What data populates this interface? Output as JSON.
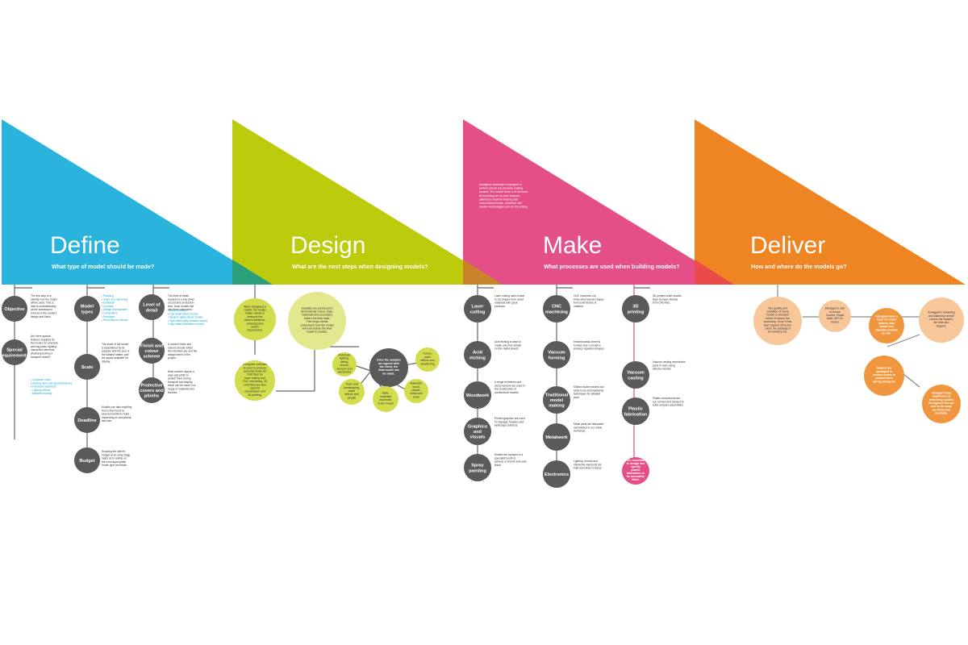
{
  "colors": {
    "define": "#2ab4dd",
    "design": "#bccb0b",
    "make": "#e34f86",
    "deliver": "#ef8422",
    "node": "#5a5a5a",
    "design_bubble_light": "#e2e88e",
    "design_bubble_mid": "#d3dc4c",
    "deliver_light": "#f7c79a",
    "deliver_mid": "#f0963e"
  },
  "phases": [
    {
      "title": "Define",
      "question": "What type of model should be made?"
    },
    {
      "title": "Design",
      "question": "What are the next steps when designing models?"
    },
    {
      "title": "Make",
      "question": "What processes are used when building models?"
    },
    {
      "title": "Deliver",
      "question": "How and where do the models go?"
    }
  ],
  "make_intro": "Amalgam's workshop is equipped to perform almost any precision making process. The human touch is at the heart of everything we do, from bespoke painting to machine finishing and hand-crafted models, combined with modern technologies such as 3D printing.",
  "define": {
    "nodes": [
      {
        "label": "Objective",
        "note": "The first step is to identify how the model will be used. This is vital to understanding all the subsequent choices in the model's design and finish."
      },
      {
        "label": "Special requirements",
        "note": "Are there special features required for the model, for example: working parts, lighting, interactive elements, weatherproofing or transport needs?",
        "list": [
          "Customer order",
          "Moving parts and special features",
          "Interactive elements",
          "Lighting effects",
          "Weatherproofing"
        ]
      },
      {
        "label": "Model types",
        "list": [
          "Planning",
          "Sales and marketing",
          "Exhibition",
          "Concept",
          "Design development",
          "Competition",
          "Prototype",
          "Promotional material"
        ]
      },
      {
        "label": "Scale",
        "note": "The scale of the model is determined by its purpose and the size of the subject matter, and the space available for display."
      },
      {
        "label": "Deadline",
        "note": "Models can take anything from a few hours to several months to build depending on complexity and size."
      },
      {
        "label": "Budget",
        "note": "Knowing the client's budget at an early stage helps us to advise on the most appropriate model type and finish."
      },
      {
        "label": "Level of detail",
        "note": "The level of detail required is a key driver of cost and production time. Most models fall into three categories:",
        "list": [
          "Block models",
          "Low detail (block model)",
          "Medium detail (block model)",
          "High detail (fully detailed model)",
          "High detail (exhibition model)"
        ]
      },
      {
        "label": "Finish and colour scheme",
        "note": "A model's finish and colours should reflect the intended use and the design intent of the project."
      },
      {
        "label": "Protective covers and plinths",
        "note": "Most models require a case and plinth to protect them during transport and display, these can be made in a range of materials and finishes."
      }
    ]
  },
  "design": {
    "bubbles": [
      "When designing a model, the model maker needs to interpret the client's sketches, drawings and artist's impressions.",
      "Computer software is used to produce accurate scale 3D CAD files for laser cutting and CNC machining. 3D CAD files are also used for visualisation and 3D printing.",
      "Samples are produced to demonstrate colour, style, materials and processes before the final build. This helps clients understand how the model will look before the final model is created.",
      "Once the samples are agreed with the client, the final model can be made.",
      "Materials: lighting, wiring, motors, sensors and electronics",
      "Colour, paint effects and weathering",
      "Trees and landscaping, water effects and people",
      "Style, materials and finish of the model",
      "Materials: wood, plastic, metal and resin"
    ]
  },
  "make": {
    "left": [
      {
        "label": "Laser cutting",
        "note": "Laser cutting uses a laser to cut shapes from sheet materials with great precision."
      },
      {
        "label": "Acid etching",
        "note": "Acid etching is used to create very fine details on thin metal sheets."
      },
      {
        "label": "Woodwork",
        "note": "A range of timbers and wood veneers are used in the construction of architectural models."
      },
      {
        "label": "Graphics and visuals",
        "note": "Printed graphics are used for signage, facades and landscape surfaces."
      },
      {
        "label": "Spray painting",
        "note": "Models are sprayed in a specialist booth to achieve a smooth and even finish."
      }
    ],
    "mid": [
      {
        "label": "CNC machining",
        "note": "CNC machines cut three-dimensional shapes from solid blocks of material."
      },
      {
        "label": "Vacuum forming",
        "note": "Heated plastic sheet is formed over a mould to produce repeated shapes."
      },
      {
        "label": "Traditional model making",
        "note": "Skilled model makers use hand tools and traditional techniques for detailed work."
      },
      {
        "label": "Metalwork",
        "note": "Metal parts are fabricated and welded in our metal workshop."
      },
      {
        "label": "Electronics",
        "note": "Lighting, motors and interactive elements are built and wired in-house."
      }
    ],
    "right": [
      {
        "label": "3D printing",
        "note": "3D printers build models layer by layer directly from CAD files."
      },
      {
        "label": "Vacuum casting",
        "note": "Vacuum casting reproduces parts in resin using silicone moulds."
      },
      {
        "label": "Plastic fabrication",
        "note": "Plastic components are cut, formed and bonded to build complex assemblies."
      }
    ],
    "callout": "It's essential to design and specify plastic fabrication to be accurately fitted."
  },
  "deliver": {
    "bubbles": [
      "The quality and condition of every model is checked before it leaves the workshop. Once it has been signed off by the client, we package it for delivery via:",
      "Amalgam's own in-house Courier, Royal Mail, UPS or Fedex",
      "Amalgam have a team of model makers who install and maintain models on site.",
      "Amalgam's modelling and planning service covers the model's life time and beyond.",
      "Models are packaged in custom crates to protect them during transport.",
      "Amalgam have experience of delivering models throughout Europe and as far away as China and Australia."
    ]
  }
}
